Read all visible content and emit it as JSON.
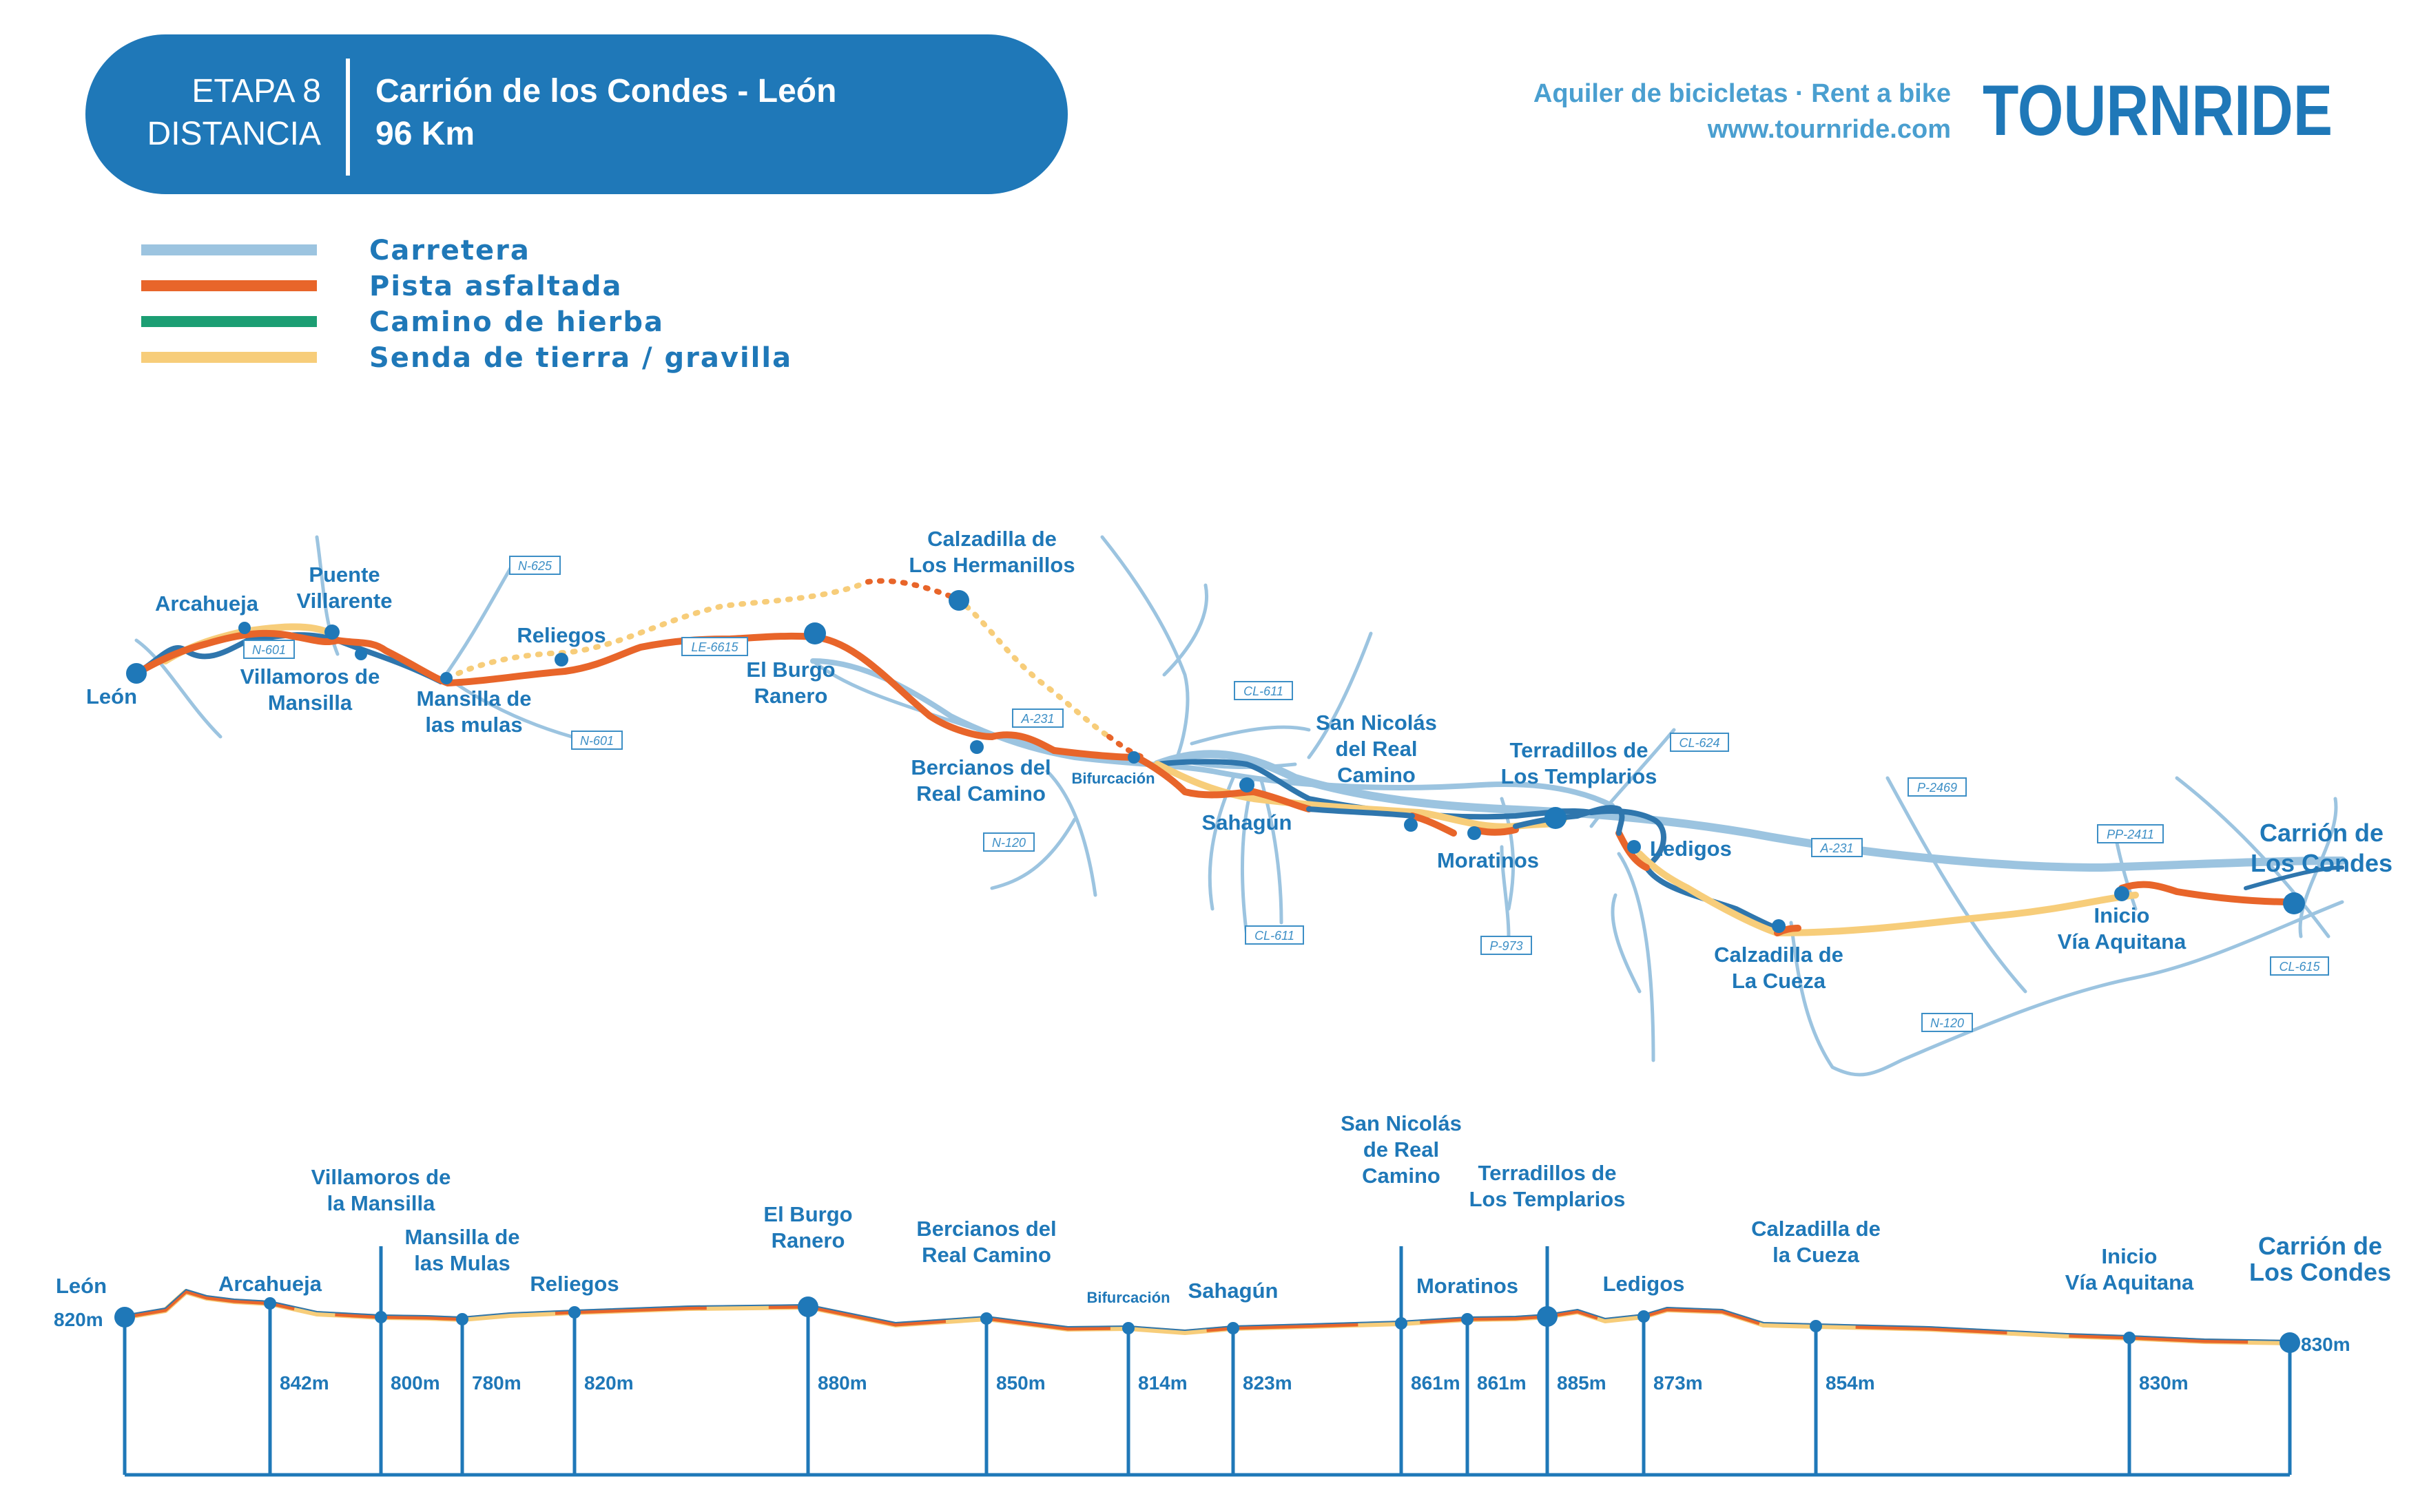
{
  "header": {
    "etapa_label": "ETAPA 8",
    "distancia_label": "DISTANCIA",
    "route_title": "Carrión de los Condes - León",
    "distance_value": "96 Km",
    "promo_line1": "Aquiler de bicicletas · Rent a bike",
    "promo_line2": "www.tournride.com",
    "logo_text": "TOURNRIDE"
  },
  "legend": [
    {
      "label": "Carretera",
      "color": "#9cc4e0"
    },
    {
      "label": "Pista asfaltada",
      "color": "#e8652a"
    },
    {
      "label": "Camino de hierba",
      "color": "#1c9e73"
    },
    {
      "label": "Senda de tierra / gravilla",
      "color": "#f7cd7a"
    }
  ],
  "colors": {
    "brand_blue": "#1f78b8",
    "road_blue": "#9cc4e0",
    "main_road": "#2f76ad",
    "asphalt": "#e8652a",
    "gravel": "#f7cd7a"
  },
  "map": {
    "places": [
      {
        "id": "leon",
        "lines": [
          "León"
        ]
      },
      {
        "id": "arcahueja",
        "lines": [
          "Arcahueja"
        ]
      },
      {
        "id": "puente",
        "lines": [
          "Puente",
          "Villarente"
        ]
      },
      {
        "id": "villamoros",
        "lines": [
          "Villamoros de",
          "Mansilla"
        ]
      },
      {
        "id": "mansilla",
        "lines": [
          "Mansilla de",
          "las mulas"
        ]
      },
      {
        "id": "reliegos",
        "lines": [
          "Reliegos"
        ]
      },
      {
        "id": "calzadilla_herm",
        "lines": [
          "Calzadilla de",
          "Los Hermanillos"
        ]
      },
      {
        "id": "burgo",
        "lines": [
          "El Burgo",
          "Ranero"
        ]
      },
      {
        "id": "bercianos",
        "lines": [
          "Bercianos del",
          "Real Camino"
        ]
      },
      {
        "id": "bifurcacion",
        "lines": [
          "Bifurcación"
        ]
      },
      {
        "id": "sahagun",
        "lines": [
          "Sahagún"
        ]
      },
      {
        "id": "sannicolas",
        "lines": [
          "San Nicolás",
          "del Real",
          "Camino"
        ]
      },
      {
        "id": "moratinos",
        "lines": [
          "Moratinos"
        ]
      },
      {
        "id": "terradillos",
        "lines": [
          "Terradillos de",
          "Los Templarios"
        ]
      },
      {
        "id": "ledigos",
        "lines": [
          "Ledigos"
        ]
      },
      {
        "id": "calzadilla_cueza",
        "lines": [
          "Calzadilla de",
          "La Cueza"
        ]
      },
      {
        "id": "inicio",
        "lines": [
          "Inicio",
          "Vía Aquitana"
        ]
      },
      {
        "id": "carrion",
        "lines": [
          "Carrión de",
          "Los Condes"
        ]
      }
    ],
    "road_labels": [
      "N-625",
      "N-601",
      "N-601",
      "LE-6615",
      "A-231",
      "N-120",
      "CL-611",
      "CL-611",
      "CL-624",
      "P-973",
      "A-231",
      "P-2469",
      "PP-2411",
      "N-120",
      "CL-615"
    ]
  },
  "profile": {
    "stops": [
      {
        "lines": [
          "León"
        ],
        "altitude": "820m"
      },
      {
        "lines": [
          "Arcahueja"
        ],
        "altitude": "842m"
      },
      {
        "lines": [
          "Villamoros de",
          "la Mansilla"
        ],
        "altitude": "800m"
      },
      {
        "lines": [
          "Mansilla de",
          "las Mulas"
        ],
        "altitude": "780m"
      },
      {
        "lines": [
          "Reliegos"
        ],
        "altitude": "820m"
      },
      {
        "lines": [
          "El Burgo",
          "Ranero"
        ],
        "altitude": "880m"
      },
      {
        "lines": [
          "Bercianos del",
          "Real Camino"
        ],
        "altitude": "850m"
      },
      {
        "lines": [
          "Bifurcación"
        ],
        "altitude": "814m"
      },
      {
        "lines": [
          "Sahagún"
        ],
        "altitude": "823m"
      },
      {
        "lines": [
          "San Nicolás",
          "de Real",
          "Camino"
        ],
        "altitude": "861m"
      },
      {
        "lines": [
          "Moratinos"
        ],
        "altitude": "861m"
      },
      {
        "lines": [
          "Terradillos de",
          "Los Templarios"
        ],
        "altitude": "885m"
      },
      {
        "lines": [
          "Ledigos"
        ],
        "altitude": "873m"
      },
      {
        "lines": [
          "Calzadilla de",
          "la Cueza"
        ],
        "altitude": "854m"
      },
      {
        "lines": [
          "Inicio",
          "Vía Aquitana"
        ],
        "altitude": "830m"
      },
      {
        "lines": [
          "Carrión de",
          "Los Condes"
        ],
        "altitude": "830m"
      }
    ]
  }
}
